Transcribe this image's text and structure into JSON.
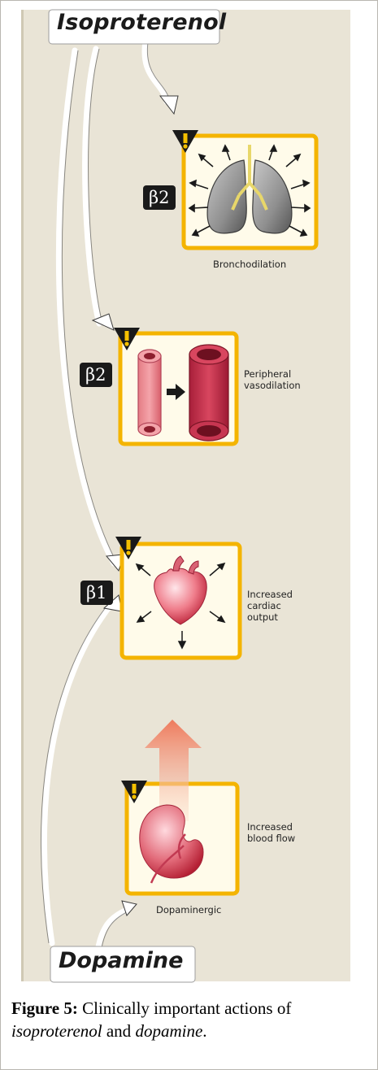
{
  "figure": {
    "top_label": "Isoproterenol",
    "bottom_label": "Dopamine",
    "actions": [
      {
        "receptor": "β2",
        "label": "Bronchodilation",
        "image": "lungs-icon"
      },
      {
        "receptor": "β2",
        "label": "Peripheral vasodilation",
        "image": "blood-vessel-icon"
      },
      {
        "receptor": "β1",
        "label": "Increased cardiac output",
        "image": "heart-icon"
      },
      {
        "receptor": "",
        "label": "Increased blood flow",
        "sub_label": "Dopaminergic",
        "image": "kidney-icon"
      }
    ],
    "colors": {
      "panel": "#e9e4d6",
      "box_border": "#f4b400",
      "box_fill": "#fffbea",
      "warning": "#f4c000",
      "receptor_badge": "#1a1a1a"
    }
  },
  "caption": {
    "figure_number": "Figure 5:",
    "text_1": "Clinically important actions of",
    "drug_1": "isoproterenol",
    "text_2": "and",
    "drug_2": "dopamine",
    "text_3": "."
  }
}
